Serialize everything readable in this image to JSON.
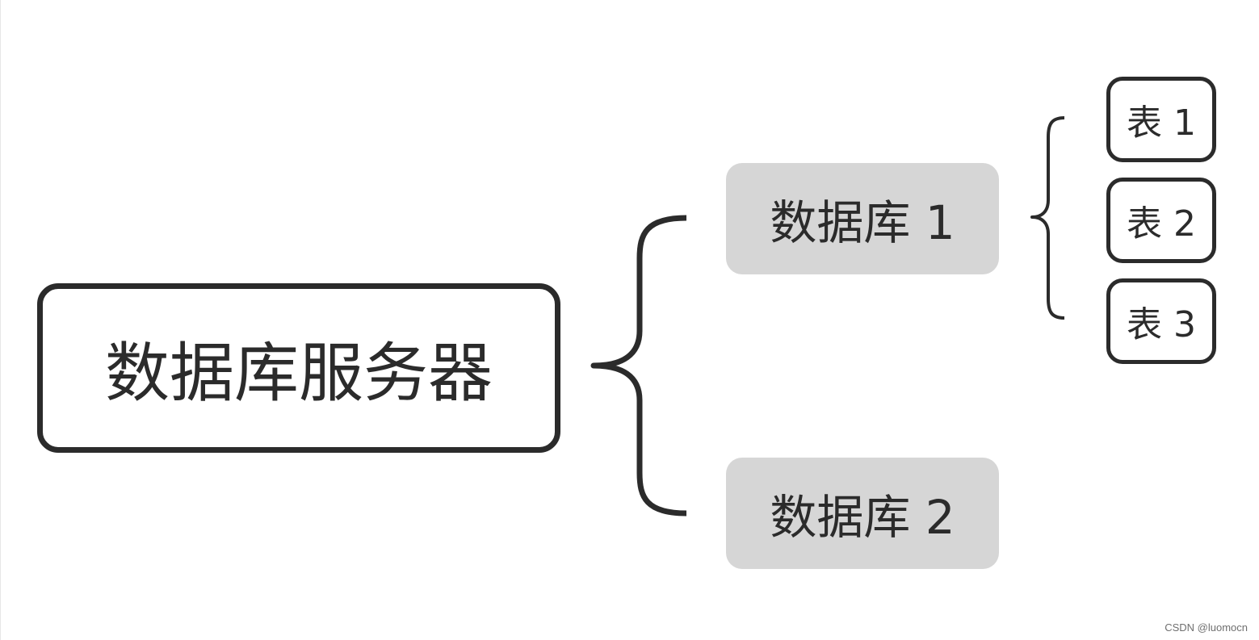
{
  "diagram": {
    "root": {
      "label": "数据库服务器"
    },
    "databases": [
      {
        "label": "数据库 1",
        "tables": [
          "表 1",
          "表 2",
          "表 3"
        ]
      },
      {
        "label": "数据库 2"
      }
    ]
  },
  "colors": {
    "stroke": "#2b2b2b",
    "db_fill": "#d6d6d6",
    "background": "#ffffff"
  },
  "watermark": "CSDN @luomocn"
}
